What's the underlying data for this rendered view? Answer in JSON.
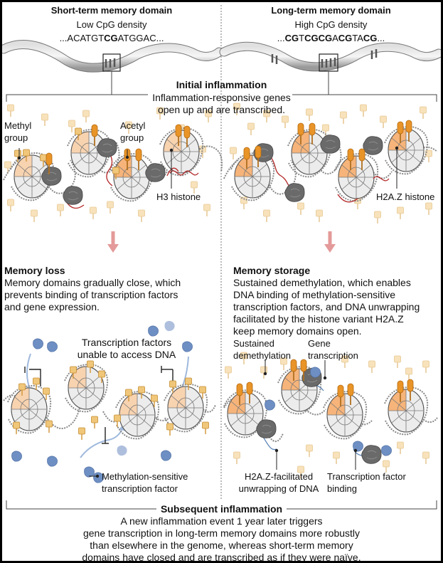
{
  "left_domain": {
    "title": "Short-term memory domain",
    "density": "Low CpG density",
    "sequence": [
      {
        "text": "...ACATGT",
        "bold": false
      },
      {
        "text": "CG",
        "bold": true
      },
      {
        "text": "ATGGAC...",
        "bold": false
      }
    ]
  },
  "right_domain": {
    "title": "Long-term memory domain",
    "density": "High CpG density",
    "sequence": [
      {
        "text": "...",
        "bold": false
      },
      {
        "text": "CG",
        "bold": true
      },
      {
        "text": "T",
        "bold": false
      },
      {
        "text": "CGCG",
        "bold": true
      },
      {
        "text": "A",
        "bold": false
      },
      {
        "text": "CG",
        "bold": true
      },
      {
        "text": "TA",
        "bold": false
      },
      {
        "text": "CG",
        "bold": true
      },
      {
        "text": "...",
        "bold": false
      }
    ]
  },
  "initial": {
    "title": "Initial inflammation",
    "line1": "Inflammation-responsive genes",
    "line2": "open up and are transcribed."
  },
  "labels": {
    "methyl_1": "Methyl",
    "methyl_2": "group",
    "acetyl_1": "Acetyl",
    "acetyl_2": "group",
    "h3": "H3 histone",
    "h2az": "H2A.Z histone"
  },
  "memory_loss": {
    "title": "Memory loss",
    "lines": [
      "Memory domains gradually close, which",
      "prevents binding of transcription factors",
      "and gene expression."
    ]
  },
  "memory_storage": {
    "title": "Memory storage",
    "lines": [
      "Sustained demethylation, which enables",
      "DNA binding of methylation-sensitive",
      "transcription factors, and DNA unwrapping",
      "facilitated by the histone variant H2A.Z",
      "keep memory domains open."
    ]
  },
  "bottom_labels": {
    "tf_unable_1": "Transcription factors",
    "tf_unable_2": "unable to access DNA",
    "meth_tf_1": "Methylation-sensitive",
    "meth_tf_2": "transcription factor",
    "sust_1": "Sustained",
    "sust_2": "demethylation",
    "gene_1": "Gene",
    "gene_2": "transcription",
    "unwrap_1": "H2A.Z-facilitated",
    "unwrap_2": "unwrapping of DNA",
    "tfb_1": "Transcription factor",
    "tfb_2": "binding"
  },
  "subsequent": {
    "title": "Subsequent inflammation",
    "lines": [
      "A new inflammation event 1 year later triggers",
      "gene transcription in long-term memory domains more robustly",
      "than elsewhere in the genome, whereas short-term memory",
      "domains have closed and are transcribed as if they were naïve."
    ]
  },
  "colors": {
    "nucleosome_orange": "#f4a463",
    "nucleosome_gray": "#e3e3e3",
    "acetyl_orange": "#e58a1a",
    "methyl_tan": "#e3b56a",
    "protein_gray": "#6b6b6b",
    "tf_blue": "#7191c2",
    "rna_red": "#b42828",
    "arrow_pink": "#e49a9a",
    "blue_arrow": "#9fb9dd"
  }
}
